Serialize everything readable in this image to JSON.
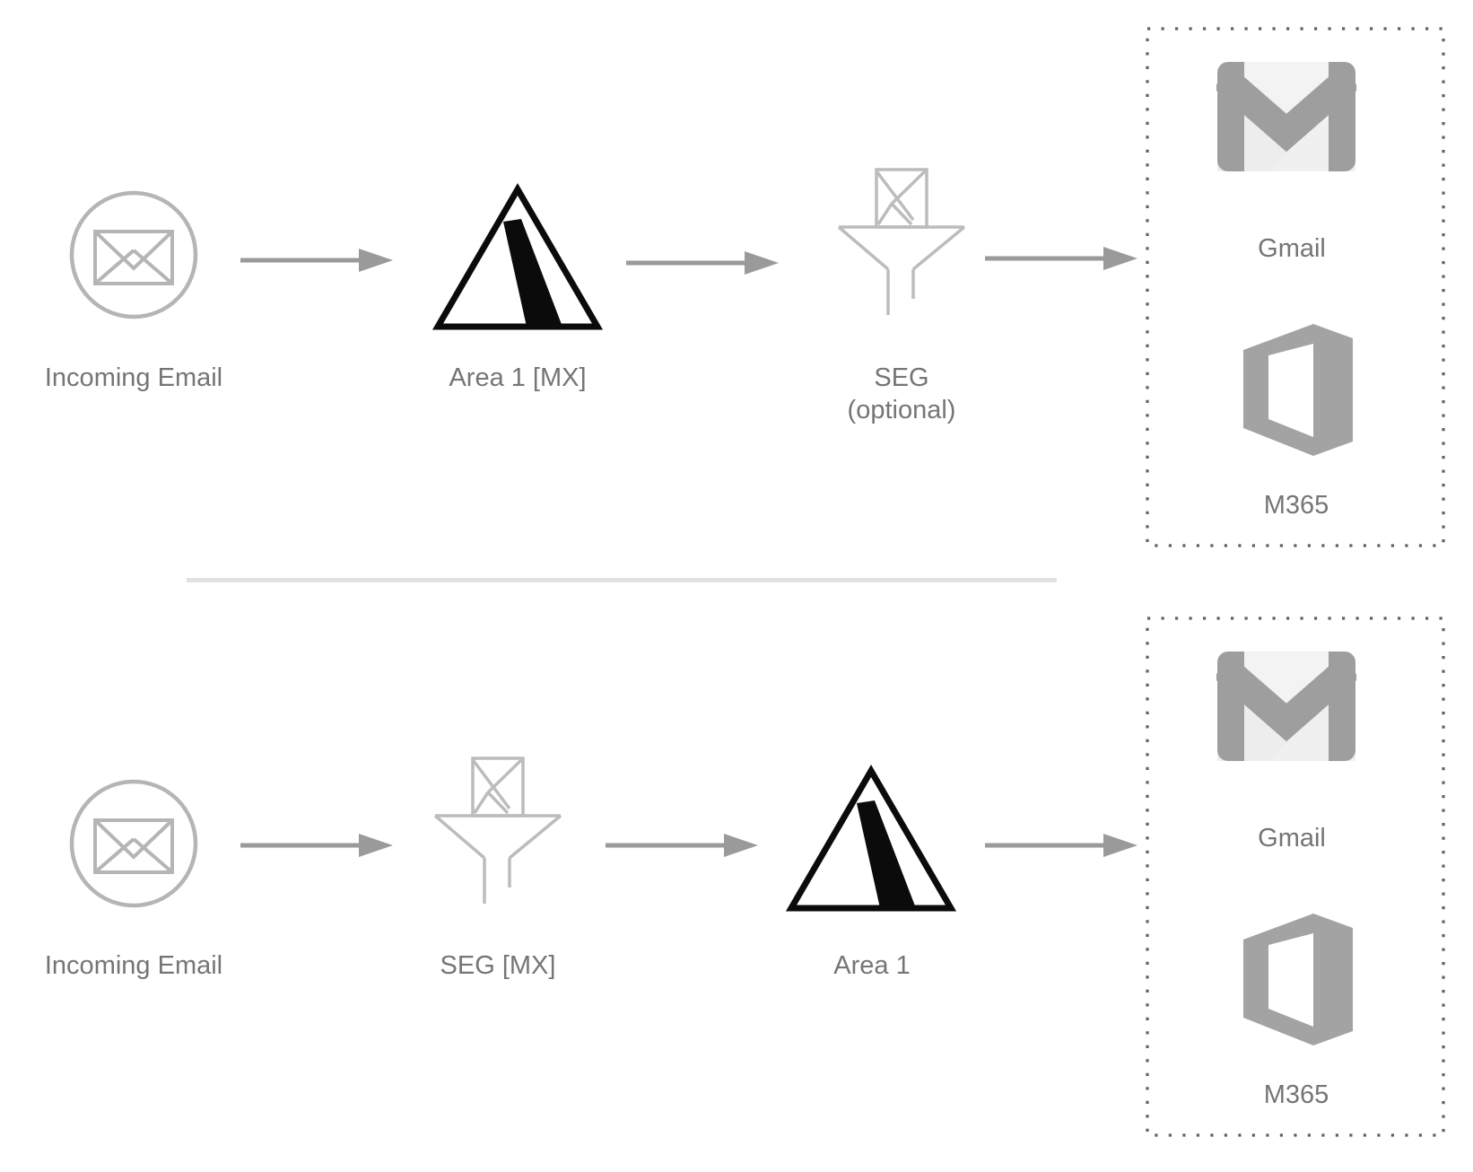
{
  "flows": [
    {
      "id": "seg-after-area1",
      "nodes": [
        {
          "id": "incoming-email",
          "label": "Incoming Email"
        },
        {
          "id": "area1-mx",
          "label": "Area 1 [MX]"
        },
        {
          "id": "seg-optional",
          "label": "SEG",
          "sublabel": "(optional)"
        }
      ],
      "destinations": [
        {
          "id": "gmail",
          "label": "Gmail"
        },
        {
          "id": "m365",
          "label": "M365"
        }
      ]
    },
    {
      "id": "seg-before-area1",
      "nodes": [
        {
          "id": "incoming-email",
          "label": "Incoming Email"
        },
        {
          "id": "seg-mx",
          "label": "SEG [MX]"
        },
        {
          "id": "area1",
          "label": "Area 1"
        }
      ],
      "destinations": [
        {
          "id": "gmail",
          "label": "Gmail"
        },
        {
          "id": "m365",
          "label": "M365"
        }
      ]
    }
  ],
  "icons": {
    "incoming_email": "envelope-in-circle",
    "area1": "area1-triangle-logo",
    "seg": "envelope-into-funnel",
    "gmail": "gmail-envelope-logo",
    "m365": "office-365-logo",
    "arrow": "right-arrow"
  },
  "colors": {
    "label_text": "#757575",
    "arrow": "#9a9a9a",
    "light_icon_stroke": "#b7b7b7",
    "dotted_border": "#616161",
    "divider": "#e2e2e2",
    "triangle_black": "#0b0b0b",
    "gmail_gray": "#9e9e9e",
    "gmail_body": "#f3f3f3",
    "m365_gray": "#a3a3a3",
    "background": "#ffffff"
  }
}
